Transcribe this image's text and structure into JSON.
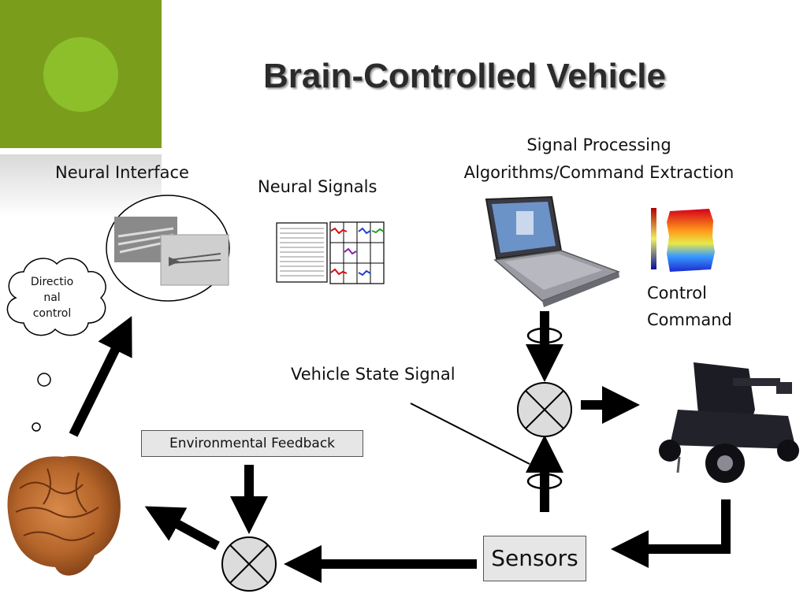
{
  "title": "Brain-Controlled Vehicle",
  "labels": {
    "neural_interface": "Neural Interface",
    "neural_signals": "Neural Signals",
    "signal_processing_line1": "Signal Processing",
    "signal_processing_line2": "Algorithms/Command Extraction",
    "control_command_line1": "Control",
    "control_command_line2": "Command",
    "vehicle_state_signal": "Vehicle State Signal",
    "environmental_feedback": "Environmental Feedback",
    "sensors": "Sensors"
  },
  "thought_cloud": {
    "line1": "Directio",
    "line2": "nal",
    "line3": "control"
  },
  "colors": {
    "corner_green": "#7a9e1c",
    "corner_circle": "#8cbf2a",
    "arrow": "#000000",
    "node_fill": "#dcdcdc",
    "box_fill": "#e6e6e6"
  }
}
